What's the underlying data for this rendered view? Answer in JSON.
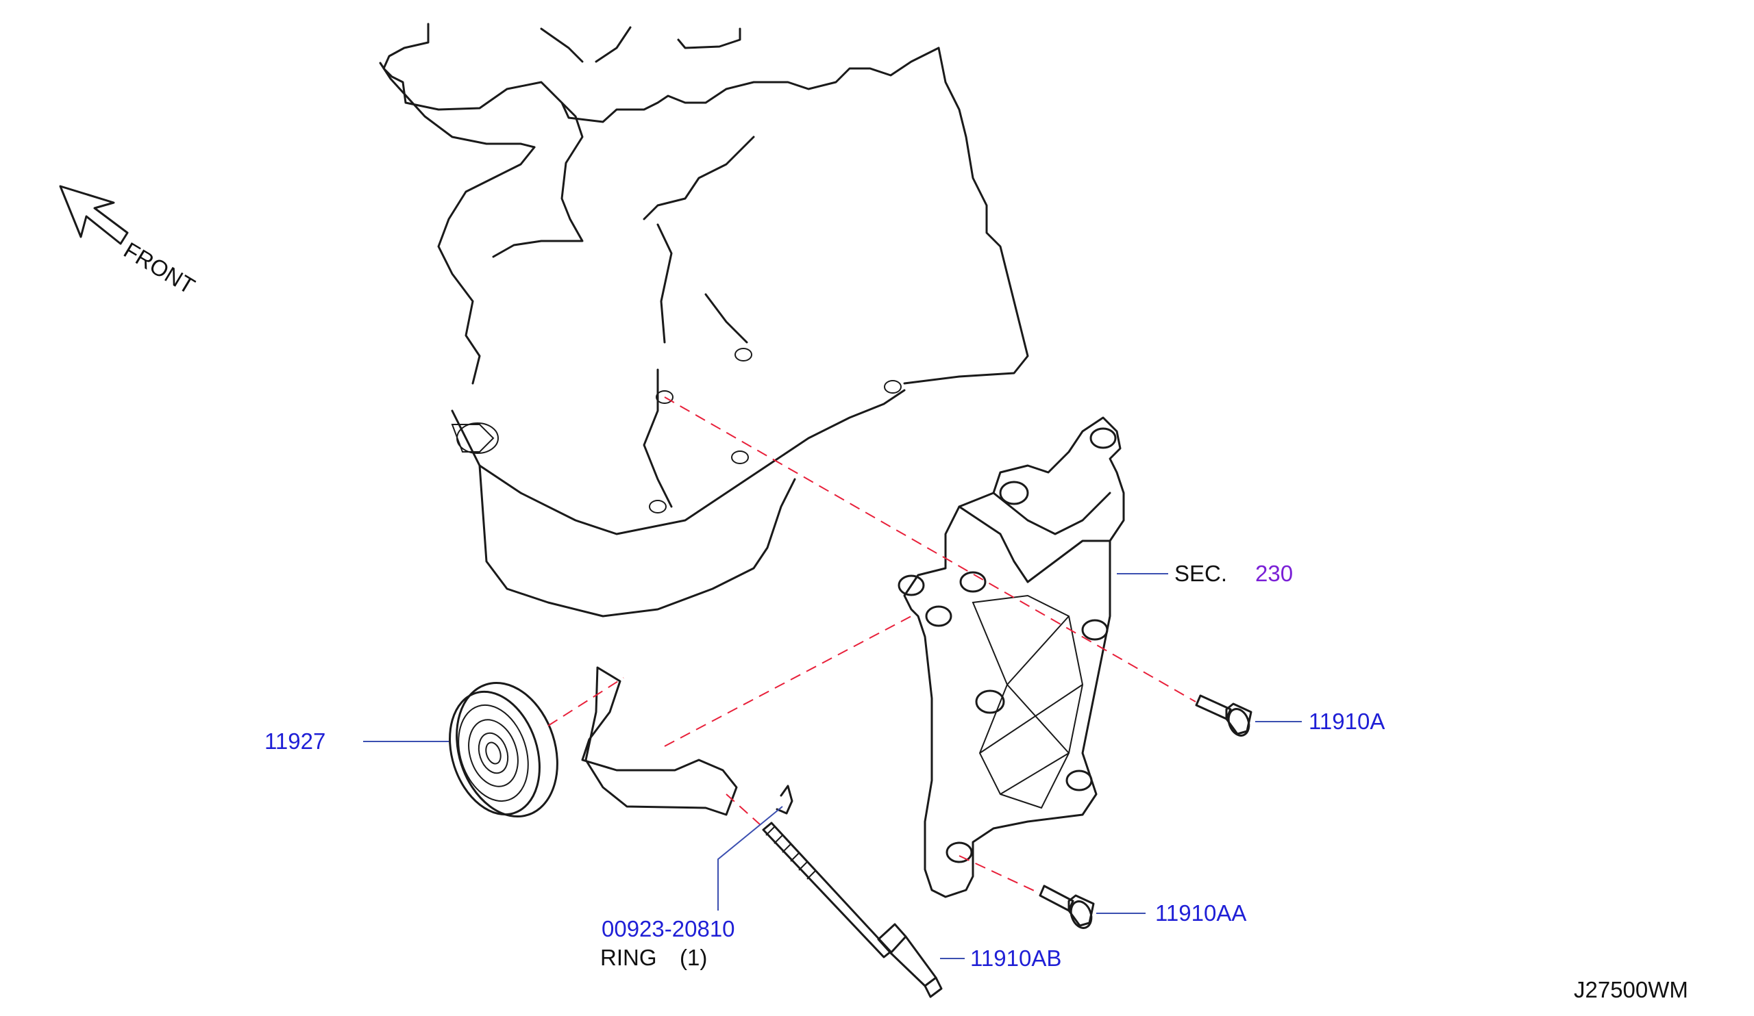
{
  "front_label": "FRONT",
  "sec_prefix": "SEC.",
  "sec_number": "230",
  "drawing_code": "J27500WM",
  "colors": {
    "part_number": "#1f1fd6",
    "section_ref": "#7a1fd6",
    "leader": "#3b4fb0",
    "center_line": "#e8203a",
    "outline": "#1a1a1a"
  },
  "parts": {
    "idler_pulley": "11927",
    "bolt_a": "11910A",
    "bolt_aa": "11910AA",
    "stud_ab": "11910AB",
    "ring_number": "00923-20810",
    "ring_name": "RING",
    "ring_qty": "(1)"
  }
}
